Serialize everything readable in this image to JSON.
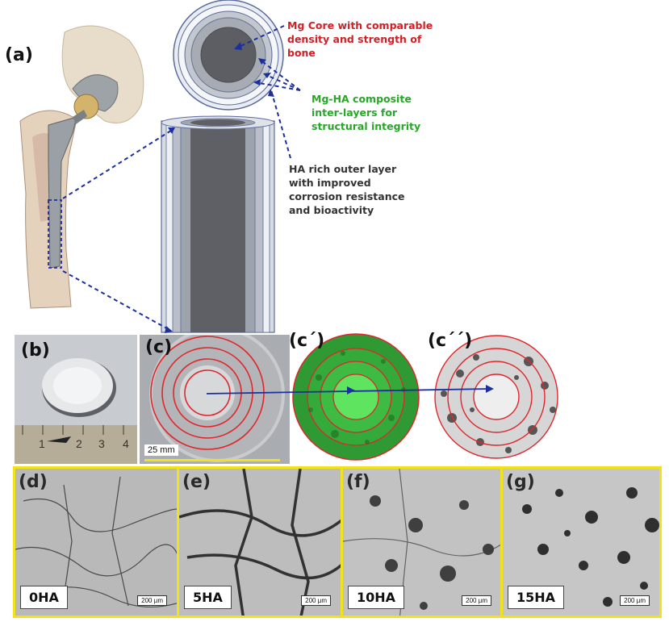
{
  "panels": {
    "a": "(a)",
    "b": "(b)",
    "c": "(c)",
    "c1": "(c´)",
    "c2": "(c´´)"
  },
  "annotations": {
    "core": [
      "Mg Core with comparable",
      "density and strength of",
      "bone"
    ],
    "interlayer": [
      "Mg-HA composite",
      "inter-layers for",
      "structural integrity"
    ],
    "outer": [
      "HA rich outer layer",
      "with improved",
      "corrosion resistance",
      "and bioactivity"
    ]
  },
  "ruler_numbers": [
    "1",
    "2",
    "3",
    "4"
  ],
  "scale_bar": "25 mm",
  "micrographs": [
    {
      "letter": "(d)",
      "label": "0HA",
      "scale": "200 µm"
    },
    {
      "letter": "(e)",
      "label": "5HA",
      "scale": "200 µm"
    },
    {
      "letter": "(f)",
      "label": "10HA",
      "scale": "200 µm"
    },
    {
      "letter": "(g)",
      "label": "15HA",
      "scale": "200 µm"
    }
  ],
  "colors": {
    "arrow": "#1c2f9e",
    "core_text": "#d21f26",
    "interlayer_text": "#2aa52a",
    "ring": "#e0262b",
    "frame": "#f2e21a"
  }
}
